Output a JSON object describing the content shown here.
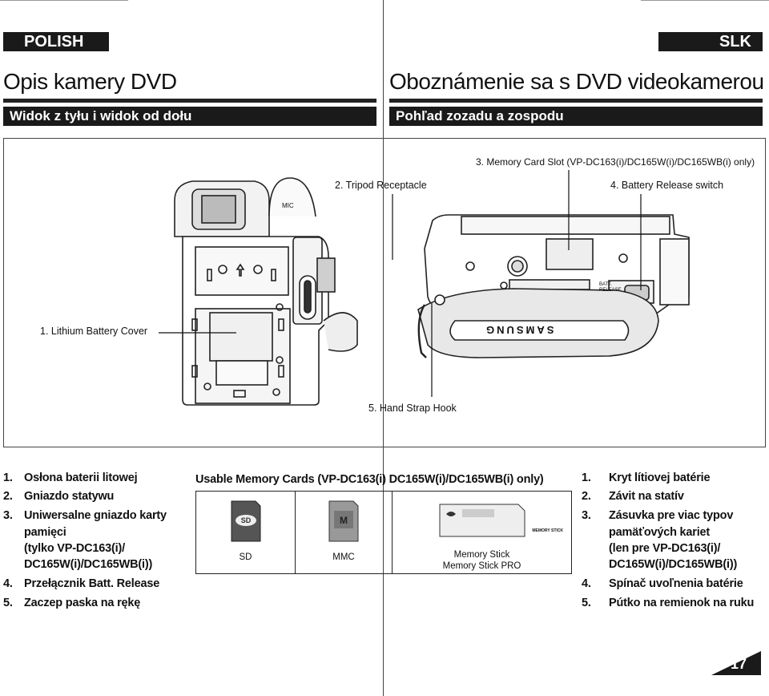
{
  "header": {
    "lang_left": "POLISH",
    "lang_right": "SLK",
    "title_left": "Opis kamery DVD",
    "title_right": "Oboznámenie sa s DVD videokamerou",
    "subtitle_left": "Widok z tyłu i widok od dołu",
    "subtitle_right": "Pohľad zozadu a zospodu"
  },
  "figure": {
    "callouts": {
      "c1": "1. Lithium Battery Cover",
      "c2": "2. Tripod Receptacle",
      "c3": "3. Memory Card Slot (VP-DC163(i)/DC165W(i)/DC165WB(i) only)",
      "c4": "4. Battery Release switch",
      "c5": "5. Hand Strap Hook"
    },
    "labels": {
      "mic": "MIC",
      "brand": "SAMSUNG",
      "batt_release": "BATT. RELEASE"
    }
  },
  "list_left": [
    {
      "num": "1.",
      "text": "Osłona baterii litowej"
    },
    {
      "num": "2.",
      "text": "Gniazdo statywu"
    },
    {
      "num": "3.",
      "text": "Uniwersalne gniazdo karty"
    },
    {
      "num": "",
      "text": "pamięci"
    },
    {
      "num": "",
      "text": "(tylko VP-DC163(i)/"
    },
    {
      "num": "",
      "text": "DC165W(i)/DC165WB(i))"
    },
    {
      "num": "4.",
      "text": "Przełącznik Batt. Release"
    },
    {
      "num": "5.",
      "text": "Zaczep paska na rękę"
    }
  ],
  "list_right": [
    {
      "num": "1.",
      "text": "Kryt lítiovej batérie"
    },
    {
      "num": "2.",
      "text": "Závit na statív"
    },
    {
      "num": "3.",
      "text": "Zásuvka pre viac typov"
    },
    {
      "num": "",
      "text": "pamäťových kariet"
    },
    {
      "num": "",
      "text": "(len pre VP-DC163(i)/"
    },
    {
      "num": "",
      "text": "DC165W(i)/DC165WB(i))"
    },
    {
      "num": "4.",
      "text": "Spínač uvoľnenia batérie"
    },
    {
      "num": "5.",
      "text": "Pútko na remienok na ruku"
    }
  ],
  "cards": {
    "title": "Usable Memory Cards (VP-DC163(i) DC165W(i)/DC165WB(i) only)",
    "sd_label": "SD",
    "mmc_label": "MMC",
    "ms_label_1": "Memory Stick",
    "ms_label_2": "Memory Stick PRO",
    "ms_card_text": "MEMORY STICK"
  },
  "page_number": "17"
}
